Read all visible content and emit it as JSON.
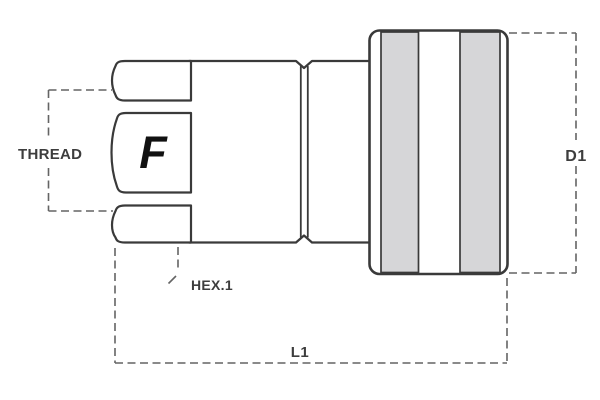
{
  "diagram": {
    "logo_letter": "F",
    "dimension_labels": {
      "thread": "THREAD",
      "hex": "HEX.1",
      "length": "L1",
      "diameter": "D1"
    },
    "colors": {
      "background": "#ffffff",
      "outline": "#3a3a3a",
      "band_fill": "#d6d6d8",
      "dimension_line": "#646464",
      "label_text": "#3d3d3d",
      "logo": "#111111"
    }
  }
}
